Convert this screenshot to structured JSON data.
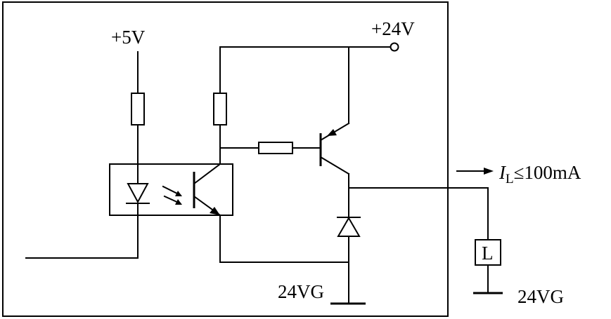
{
  "labels": {
    "supply_5v": "+5V",
    "supply_24v": "+24V",
    "ground_inner": "24VG",
    "ground_outer": "24VG",
    "load": "L",
    "current_symbol": "I",
    "current_subscript": "L",
    "current_limit": "≤100mA"
  }
}
